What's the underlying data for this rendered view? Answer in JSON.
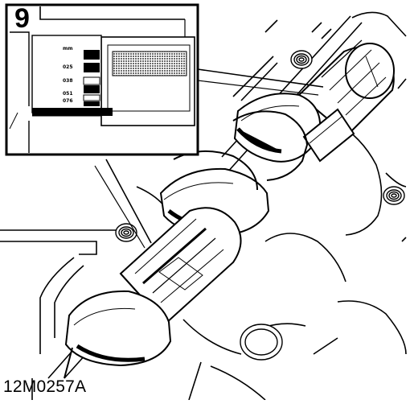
{
  "figure": {
    "step_number": "9",
    "reference_code": "12M0257A"
  },
  "gauge": {
    "unit": "mm",
    "readings": [
      "025",
      "038",
      "051",
      "076"
    ]
  },
  "colors": {
    "ink": "#000000",
    "paper": "#ffffff"
  }
}
